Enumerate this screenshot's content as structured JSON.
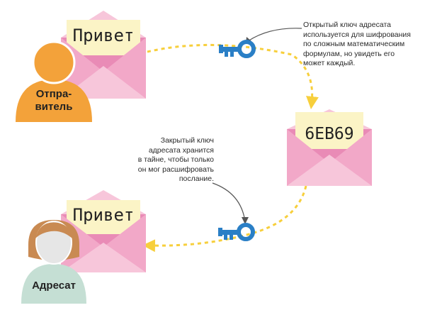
{
  "letter_text_top": "Привет",
  "letter_text_middle": "6EB69",
  "letter_text_bottom": "Привет",
  "sender_label": "Отпра-\nвитель",
  "recipient_label": "Адресат",
  "public_key_note": "Открытый ключ адресата\nиспользуется для шифрования\nпо сложным математическим\nформулам, но увидеть его\nможет каждый.",
  "private_key_note": "Закрытый ключ\nадресата хранится\nв тайне, чтобы только\nон мог расшифровать\nпослание.",
  "colors": {
    "envelope_back": "#e98bb6",
    "envelope_flap": "#f7c6da",
    "envelope_front": "#f2a8c8",
    "letter": "#fbf4c6",
    "sender_orange": "#f3a23a",
    "recipient_skin": "#e6e6e6",
    "recipient_hair": "#c98a52",
    "recipient_body": "#c5dfd4",
    "key_blue": "#2a7fc6",
    "arrow_yellow": "#f7cf3c"
  }
}
